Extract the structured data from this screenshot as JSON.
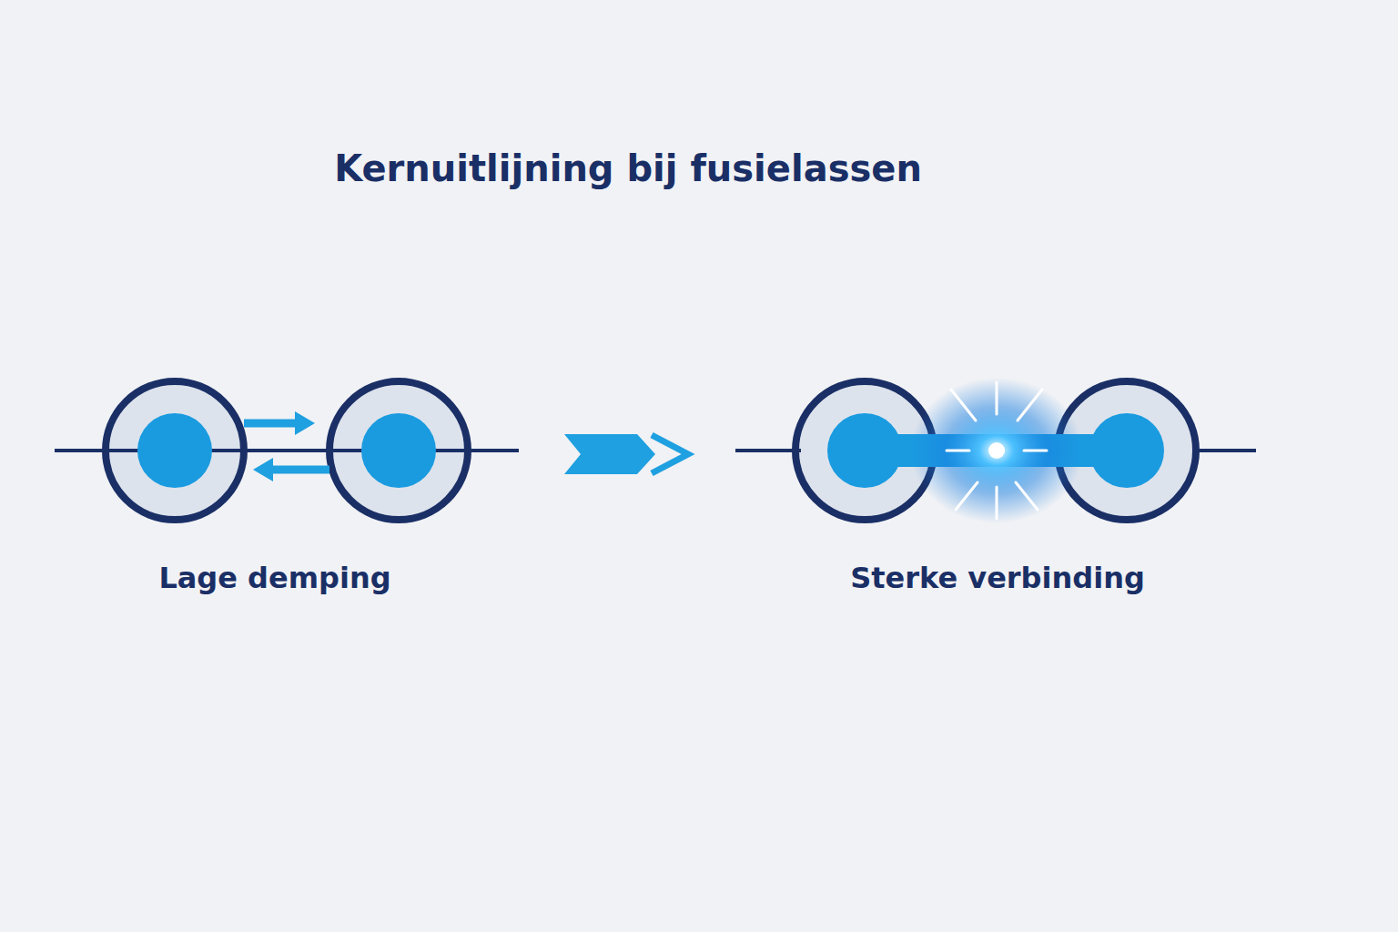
{
  "diagram": {
    "title": "Kernuitlijning bij fusielassen",
    "labels": [
      "Lage demping",
      "Sterke verbinding"
    ]
  }
}
